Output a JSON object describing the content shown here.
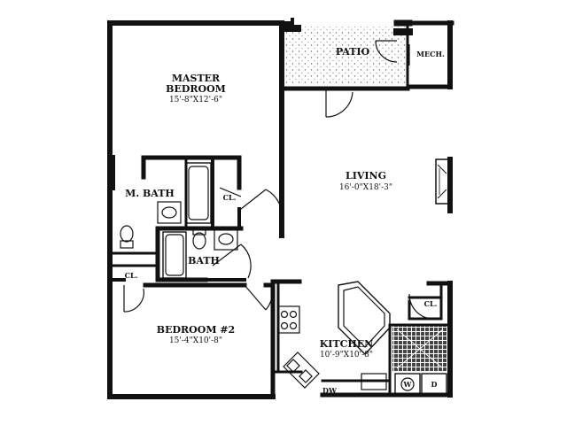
{
  "rooms": {
    "master_bedroom": {
      "name_line1": "MASTER",
      "name_line2": "BEDROOM",
      "size": "15'-8\"X12'-6\""
    },
    "patio": {
      "name": "PATIO"
    },
    "mech": {
      "name": "MECH."
    },
    "living": {
      "name": "LIVING",
      "size": "16'-0\"X18'-3\""
    },
    "master_bath": {
      "name": "M. BATH"
    },
    "bath": {
      "name": "BATH"
    },
    "bedroom2": {
      "name": "BEDROOM #2",
      "size": "15'-4\"X10'-8\""
    },
    "kitchen": {
      "name": "KITCHEN",
      "size": "10'-9\"X10'-8\""
    }
  },
  "closets": {
    "cl_master": "CL.",
    "cl_hall": "CL.",
    "cl_kitchen": "CL."
  },
  "appliances": {
    "washer": "W",
    "dryer": "D",
    "dishwasher": "DW"
  },
  "colors": {
    "wall": "#111111",
    "line": "#222222",
    "stipple": "#777777"
  }
}
